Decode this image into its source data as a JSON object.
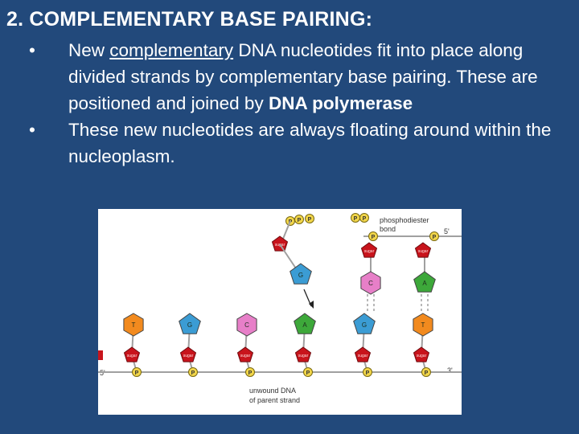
{
  "slide": {
    "title": "2.  COMPLEMENTARY BASE PAIRING:",
    "bullets": [
      {
        "pre": "New ",
        "underlined": "complementary",
        "mid": " DNA nucleotides fit into place along divided strands by complementary base pairing.  These are positioned and joined by ",
        "bold": "DNA polymerase",
        "post": ""
      },
      {
        "pre": "These new nucleotides  are always floating around within the nucleoplasm.",
        "underlined": "",
        "mid": "",
        "bold": "",
        "post": ""
      }
    ]
  },
  "diagram": {
    "phosphodiester_line1": "phosphodiester",
    "phosphodiester_line2": "bond",
    "five_prime_top": "5'",
    "five_prime_bottom": "5'",
    "three_prime_bottom": "3'",
    "unwound_line1": "unwound DNA",
    "unwound_line2": "of parent strand",
    "phosphate_letter": "P",
    "sugar_label": "sugar",
    "colors": {
      "T": "#f28a1e",
      "G": "#3b9cd4",
      "C": "#e77fc8",
      "A": "#3da83a",
      "sugar": "#c8141c",
      "phosphate": "#f2d64a",
      "backbone": "#a0a0a0"
    },
    "bottom_bases": [
      "T",
      "G",
      "C",
      "A",
      "G",
      "T"
    ],
    "top_bases": [
      "C",
      "A"
    ],
    "free_nucleotide_base": "G"
  }
}
